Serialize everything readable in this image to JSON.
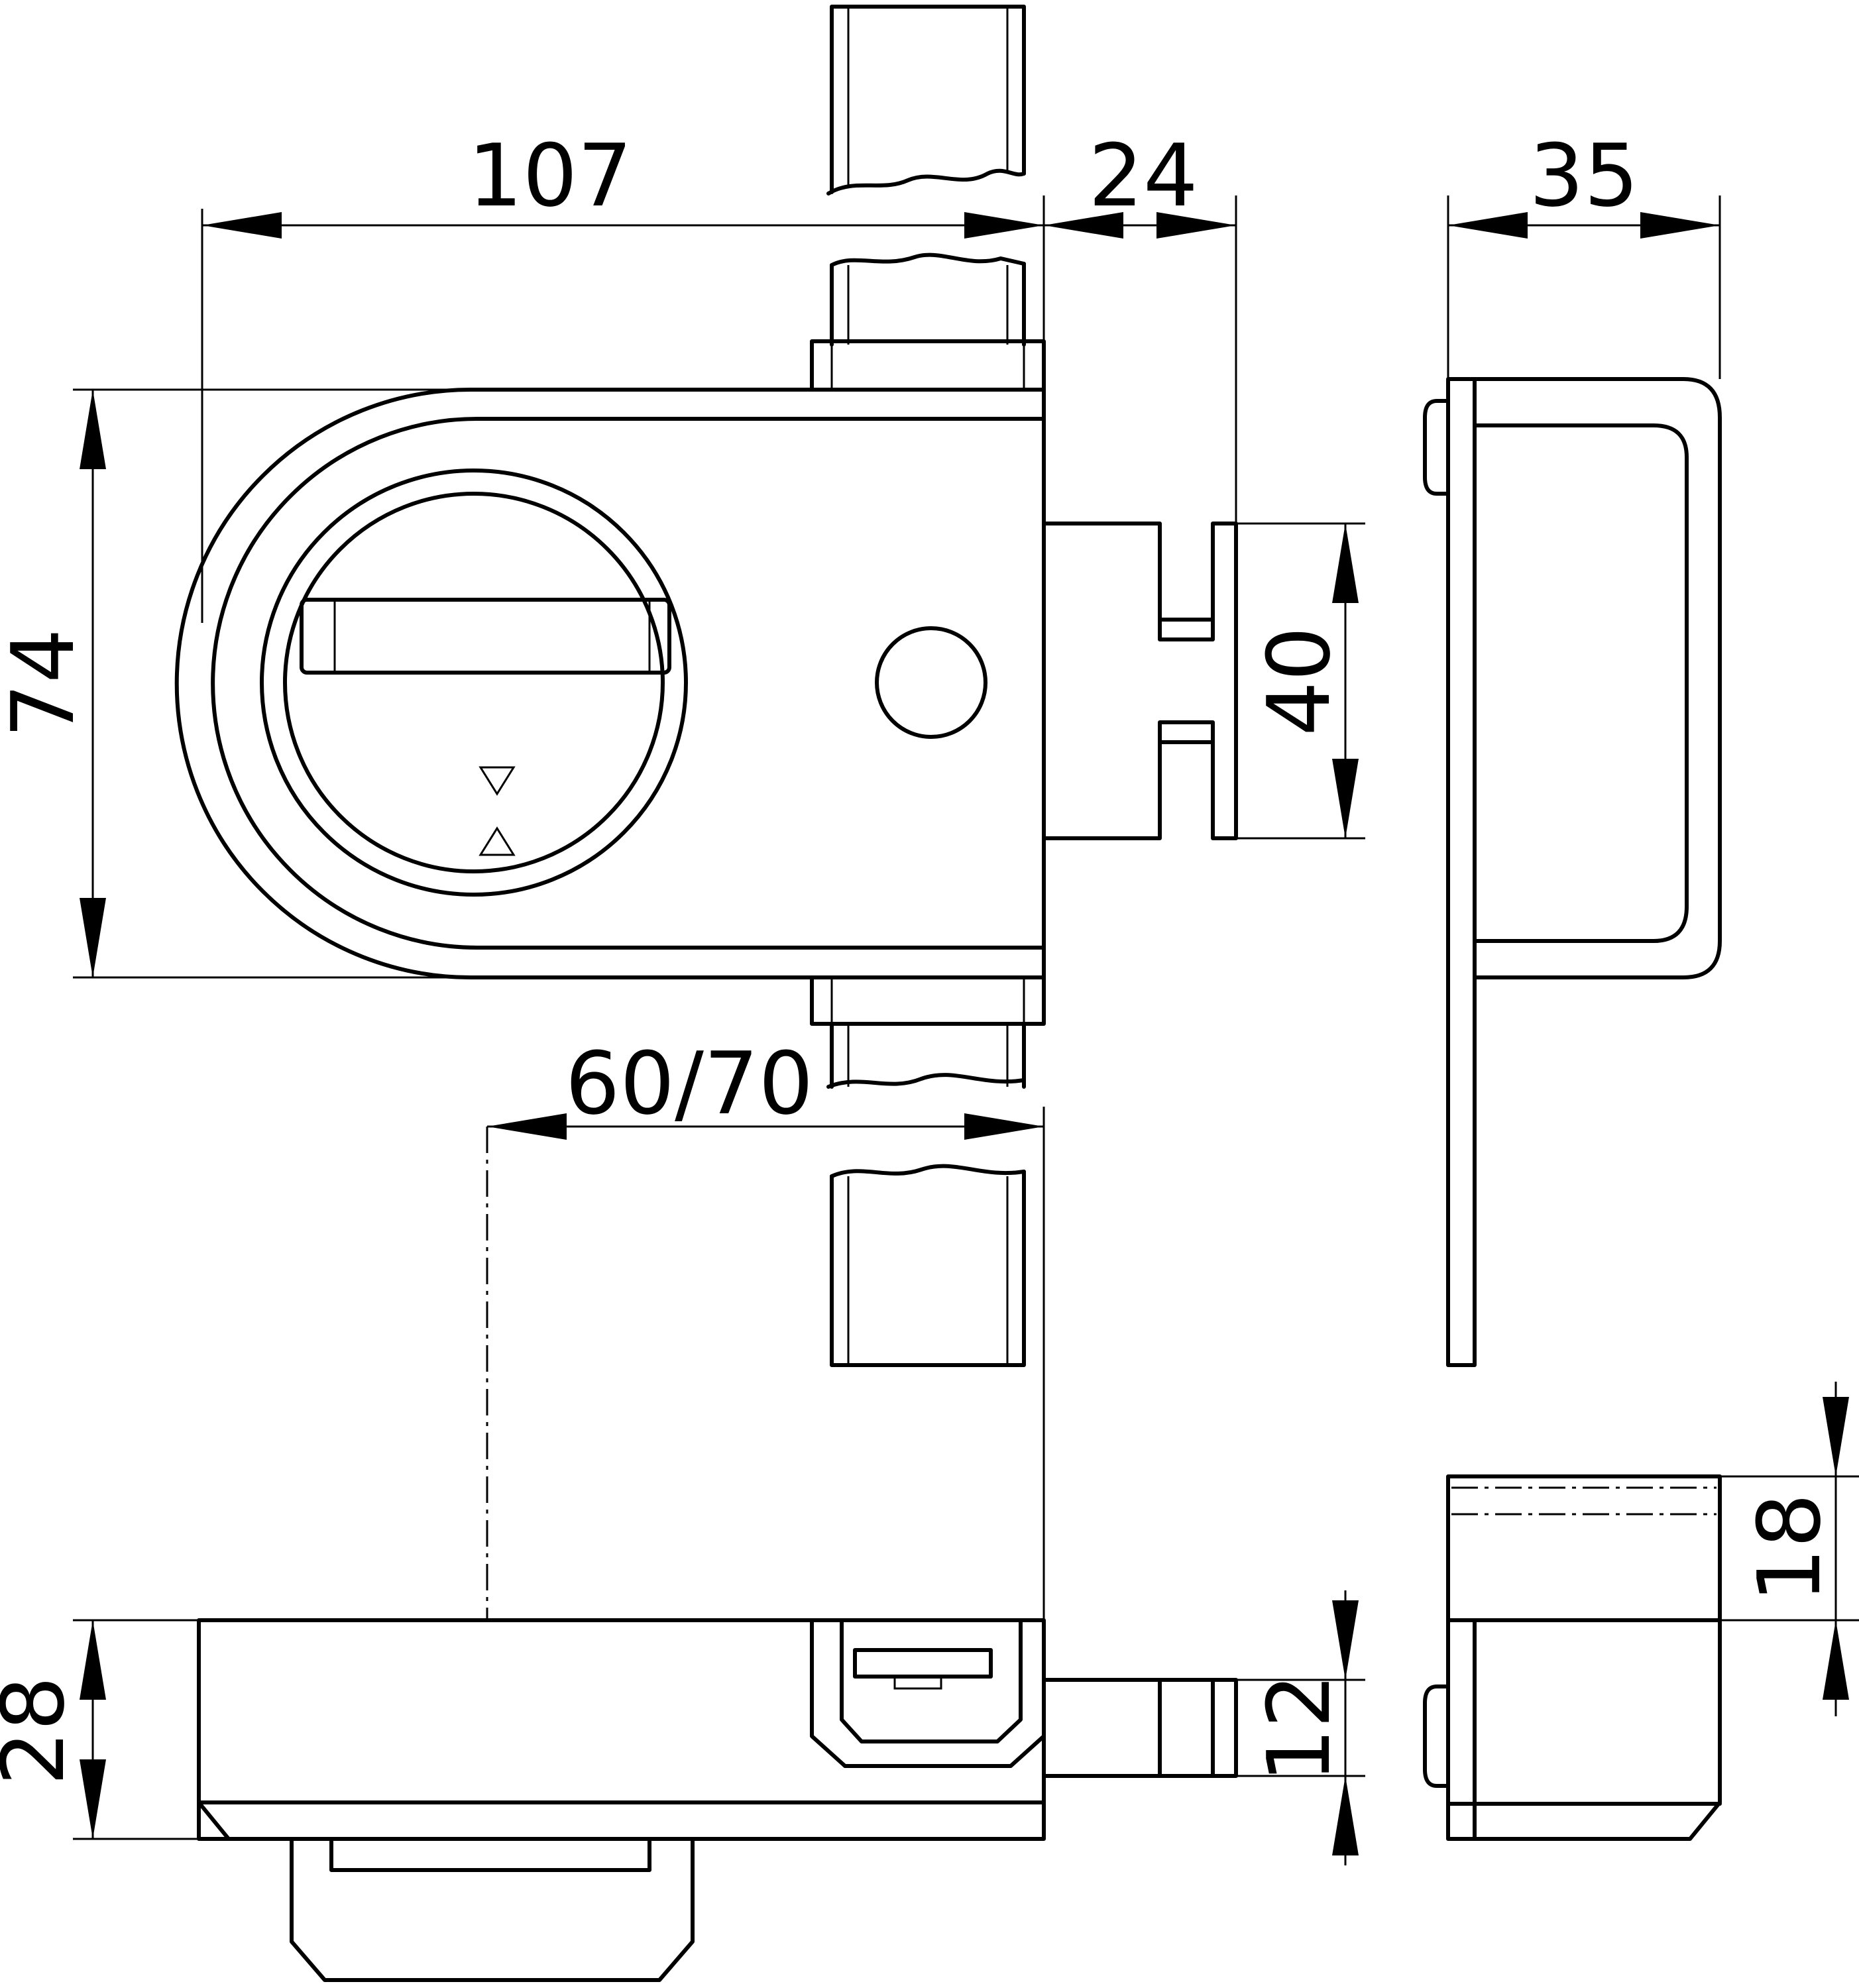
{
  "diagram": {
    "dimensions": {
      "width_main": "107",
      "bolt_throw": "24",
      "depth_side": "35",
      "height_main": "74",
      "bolt_height": "40",
      "backset": "60/70",
      "body_depth": "28",
      "bolt_depth": "12",
      "keeper_depth": "18"
    }
  }
}
